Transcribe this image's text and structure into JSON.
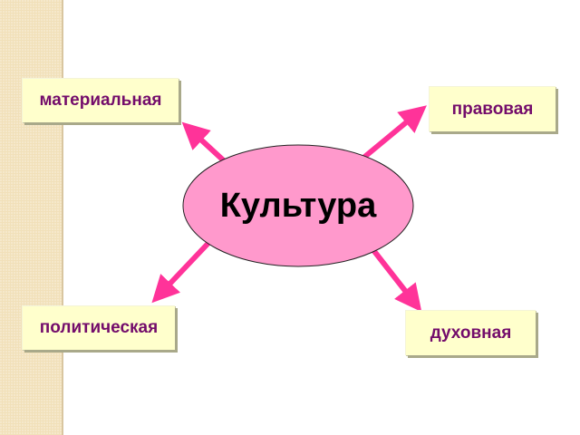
{
  "diagram": {
    "center": {
      "label": "Культура",
      "fill": "#ff99cc",
      "stroke": "#000000"
    },
    "nodes": [
      {
        "id": "material",
        "label": "материальная",
        "position": "top-left"
      },
      {
        "id": "legal",
        "label": "правовая",
        "position": "top-right"
      },
      {
        "id": "political",
        "label": "политическая",
        "position": "bottom-left"
      },
      {
        "id": "spiritual",
        "label": "духовная",
        "position": "bottom-right"
      }
    ],
    "colors": {
      "arrow": "#ff3399",
      "box_fill": "#ffffcc",
      "box_text": "#730c6b",
      "side_stripe": "#f1e0b9"
    }
  }
}
